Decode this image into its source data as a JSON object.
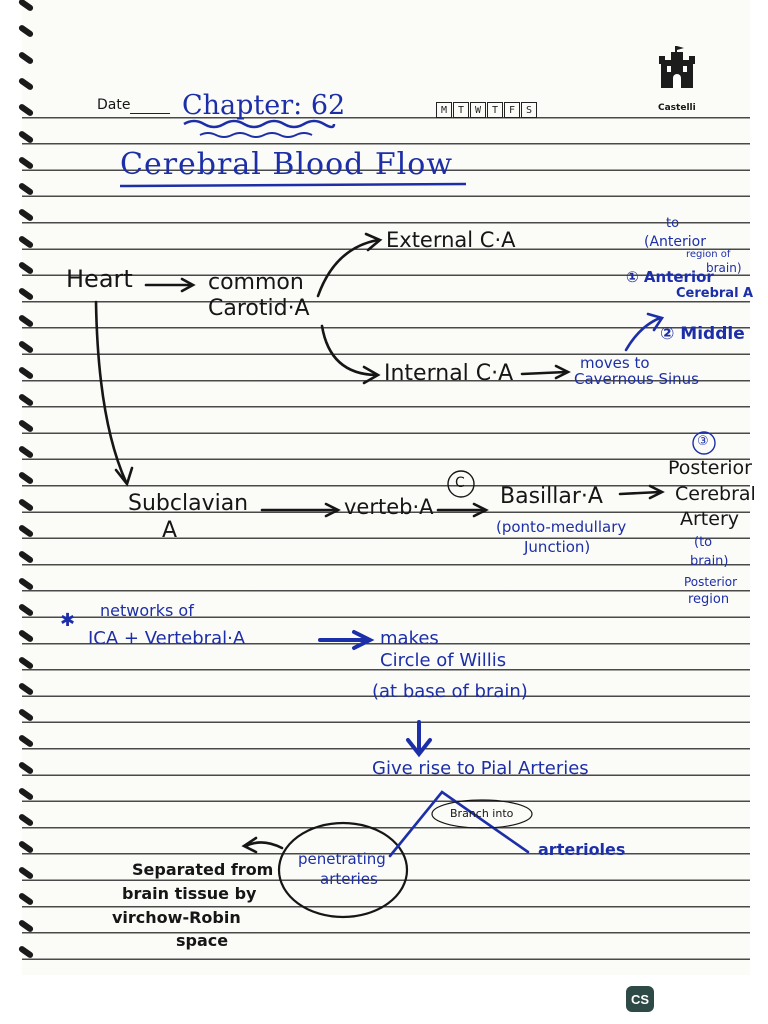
{
  "header": {
    "date_label": "Date",
    "weekdays": [
      "M",
      "T",
      "W",
      "T",
      "F",
      "S"
    ],
    "brand": "Castelli",
    "chapter": "Chapter: 62",
    "title": "Cerebral Blood Flow"
  },
  "notes": {
    "heart": "Heart",
    "common": "common",
    "carotid": "Carotid·A",
    "external": "External C·A",
    "internal": "Internal C·A",
    "moves_to": "moves to",
    "cavernous": "Cavernous Sinus",
    "to_anterior_l1": "to",
    "to_anterior_l2": "(Anterior",
    "to_anterior_l3": "region of",
    "to_anterior_l4": "brain)",
    "anterior_l1": "① Anterior",
    "anterior_l2": "Cerebral A",
    "middle": "② Middle",
    "circle_c": "C",
    "subclavian_l1": "Subclavian",
    "subclavian_l2": "A",
    "verteb": "verteb·A",
    "basillar": "Basillar·A",
    "ponto_l1": "(ponto-medullary",
    "ponto_l2": "Junction)",
    "num3": "③",
    "posterior_l1": "Posterior",
    "posterior_l2": "Cerebral",
    "posterior_l3": "Artery",
    "to_brain_l1": "(to",
    "to_brain_l2": "brain)",
    "post_region_l1": "Posterior",
    "post_region_l2": "region",
    "star": "✱",
    "networks": "networks of",
    "ica_line": "ICA + Vertebral·A",
    "makes": "makes",
    "circle_willis": "Circle of Willis",
    "at_base": "(at base of brain)",
    "give_rise": "Give rise to Pial Arteries",
    "branch_into": "Branch into",
    "arterioles": "arterioles",
    "penetrating_l1": "penetrating",
    "penetrating_l2": "arteries",
    "separated_l1": "Separated from",
    "separated_l2": "brain tissue by",
    "separated_l3": "virchow-Robin",
    "separated_l4": "space"
  },
  "badge": {
    "label": "CS"
  },
  "colors": {
    "ink_black": "#161616",
    "ink_blue": "#1d2fa8",
    "paper": "#fbfbf8"
  }
}
